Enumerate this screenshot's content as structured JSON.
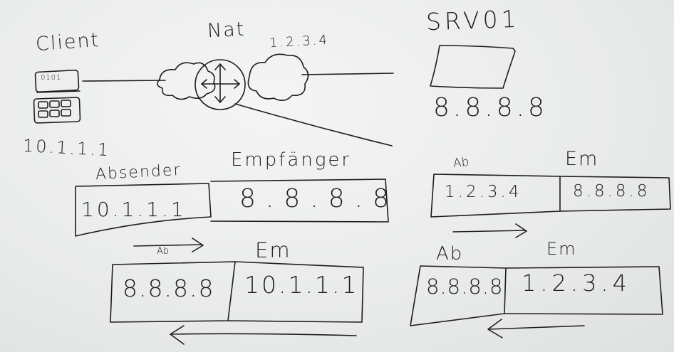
{
  "labels": {
    "client": "Client",
    "nat": "Nat",
    "nat_ip": "1.2.3.4",
    "server": "SRV01",
    "server_ip": "8.8.8.8",
    "client_ip": "10.1.1.1",
    "client_chip": "0101"
  },
  "packets": [
    {
      "sender_label": "Absender",
      "receiver_label": "Empfänger",
      "sender": "10.1.1.1",
      "receiver": "8.8.8.8",
      "direction": "right"
    },
    {
      "sender_label": "Ab",
      "receiver_label": "Em",
      "sender": "1.2.3.4",
      "receiver": "8.8.8.8",
      "direction": "right"
    },
    {
      "sender_label": "Ab",
      "receiver_label": "Em",
      "sender": "8.8.8.8",
      "receiver": "10.1.1.1",
      "direction": "left"
    },
    {
      "sender_label": "Ab",
      "receiver_label": "Em",
      "sender": "8.8.8.8",
      "receiver": "1.2.3.4",
      "direction": "left"
    }
  ],
  "colors": {
    "ink": "#1d1d1f",
    "board": "#eceeed"
  }
}
